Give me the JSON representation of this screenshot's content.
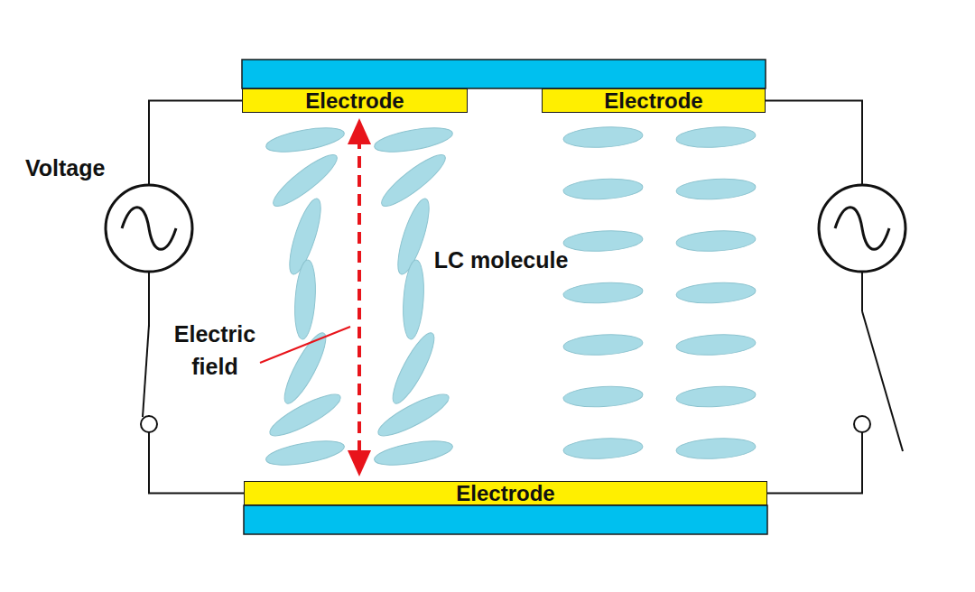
{
  "diagram": {
    "nodes": [
      {
        "text": [
          "Electrode"
        ]
      },
      {
        "text": [
          "Electrode"
        ]
      },
      {
        "text": [
          "Electrode"
        ]
      }
    ],
    "edges": [
      {
        "from": 0,
        "to": 2,
        "arrow": "none"
      },
      {
        "from": 1,
        "to": 2,
        "arrow": "none"
      }
    ],
    "labels": [
      "Voltage",
      "LC molecule",
      "Electric field"
    ]
  }
}
